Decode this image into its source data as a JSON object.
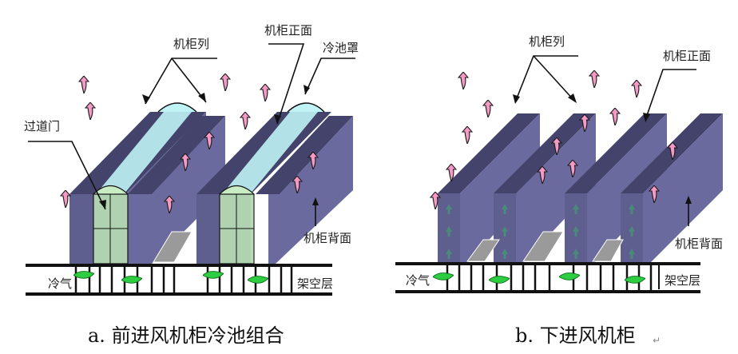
{
  "figure": {
    "colors": {
      "cabinet_front": "#5f5f8f",
      "cabinet_side": "#6a6a9e",
      "cabinet_top": "#43436b",
      "cold_aisle_cover": "#bff3f5",
      "door_glass": "#c8ecc4",
      "hot_air": "#f59ac6",
      "cold_air": "#2ecc40",
      "floor_tile": "#9a9a9a",
      "line": "#111111"
    },
    "panel_a": {
      "labels": {
        "cabinet_row": "机柜列",
        "cabinet_front": "机柜正面",
        "cold_aisle_cover": "冷池罩",
        "aisle_door": "过道门",
        "cabinet_back": "机柜背面",
        "cold_air": "冷气",
        "raised_floor": "架空层"
      },
      "caption": "a.  前进风机柜冷池组合"
    },
    "panel_b": {
      "labels": {
        "cabinet_row": "机柜列",
        "cabinet_front": "机柜正面",
        "cabinet_back": "机柜背面",
        "cold_air": "冷气",
        "raised_floor": "架空层"
      },
      "caption": "b.  下进风机柜",
      "caption_mark": "↵"
    }
  }
}
